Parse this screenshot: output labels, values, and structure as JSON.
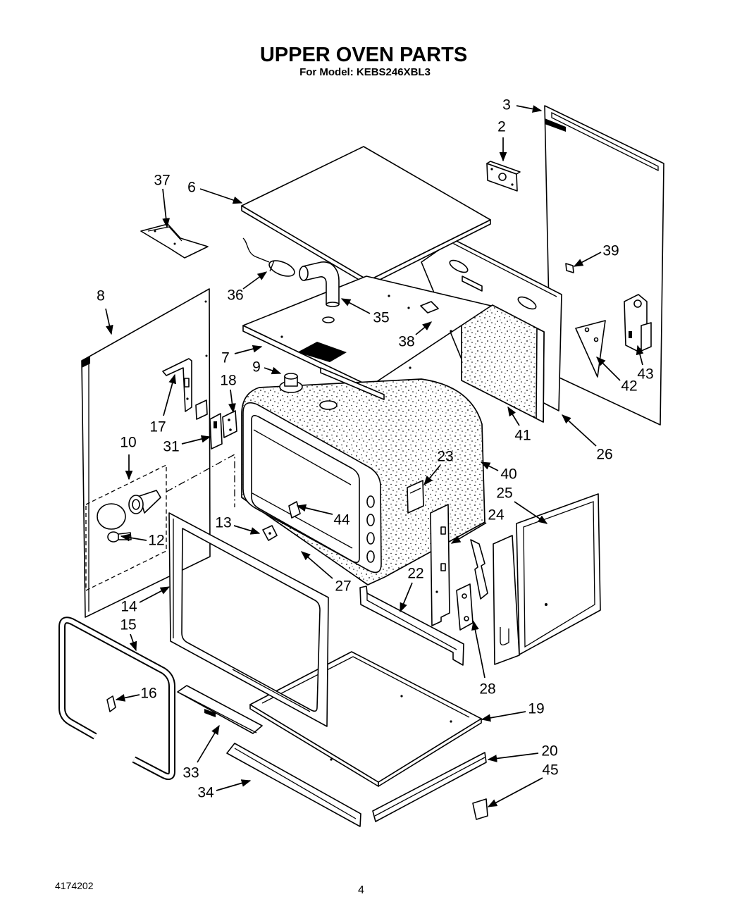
{
  "title": "UPPER OVEN PARTS",
  "subtitle": "For Model: KEBS246XBL3",
  "callouts": [
    "3",
    "2",
    "37",
    "6",
    "39",
    "8",
    "36",
    "35",
    "38",
    "7",
    "9",
    "18",
    "17",
    "31",
    "10",
    "23",
    "40",
    "41",
    "26",
    "42",
    "43",
    "25",
    "24",
    "13",
    "44",
    "12",
    "27",
    "22",
    "14",
    "15",
    "16",
    "28",
    "19",
    "33",
    "20",
    "45",
    "34"
  ],
  "footer": {
    "document_number": "4174202",
    "page_number": "4"
  }
}
